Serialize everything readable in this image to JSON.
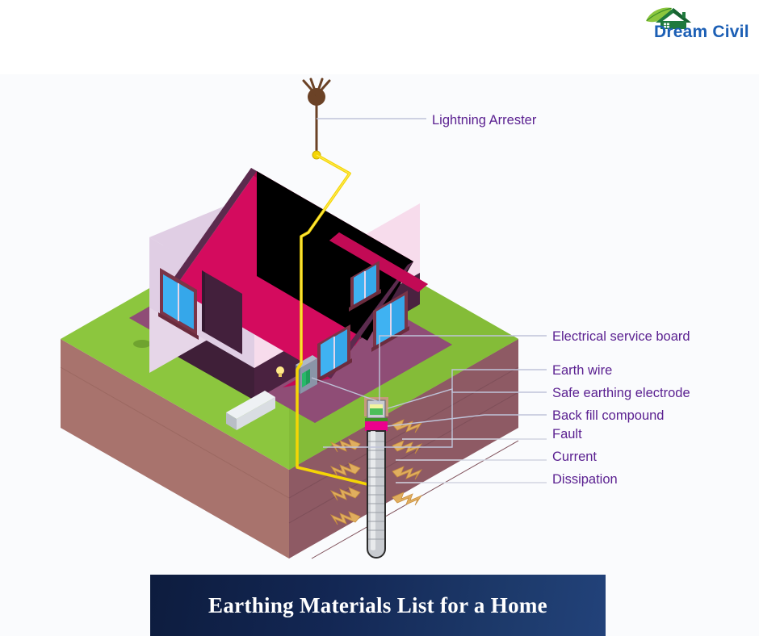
{
  "brand": {
    "name": "Dream Civil",
    "logo_icon": "house-leaf-logo-icon",
    "text_color": "#1C5FB5",
    "roof_color": "#1F7A3D",
    "leaf_color": "#8CC63E"
  },
  "figure": {
    "title": "Earthing Materials List for a Home",
    "background_color": "#FAFBFD",
    "title_bar_color": "#132754",
    "title_text_color": "#FFFFFF",
    "label_color": "#5B2191",
    "leader_line_color": "#BFC3D9",
    "colors": {
      "roof": "#D40B5E",
      "roof_shadow": "#A50A4A",
      "roof_fascia": "#5B2B4E",
      "wall_front": "#E6D6E8",
      "wall_side": "#F7DCEC",
      "wall_base": "#4A2240",
      "window_glass": "#35A7EA",
      "window_frame": "#7A3548",
      "door": "#43203C",
      "grass": "#8CC63E",
      "grass_dark": "#6FA32F",
      "soil_top_face": "#B07A73",
      "soil_left_face": "#A8736D",
      "soil_right_face": "#8E5A64",
      "patio": "#8E4B72",
      "earth_wire": "#F5D505",
      "electrode_body": "#C9CCD1",
      "electrode_band": "#EC008C",
      "electrode_cap": "#4DBE5A",
      "arrow": "#E0AE5E",
      "arrester_mast": "#6B4226"
    }
  },
  "callouts": [
    {
      "id": "lightning-arrester",
      "label": "Lightning Arrester"
    },
    {
      "id": "electrical-service-board",
      "label": "Electrical service board"
    },
    {
      "id": "earth-wire",
      "label": "Earth wire"
    },
    {
      "id": "safe-earthing-electrode",
      "label": "Safe earthing electrode"
    },
    {
      "id": "back-fill-compound",
      "label": "Back fill compound"
    },
    {
      "id": "fault",
      "label": "Fault"
    },
    {
      "id": "current",
      "label": "Current"
    },
    {
      "id": "dissipation",
      "label": "Dissipation"
    }
  ]
}
